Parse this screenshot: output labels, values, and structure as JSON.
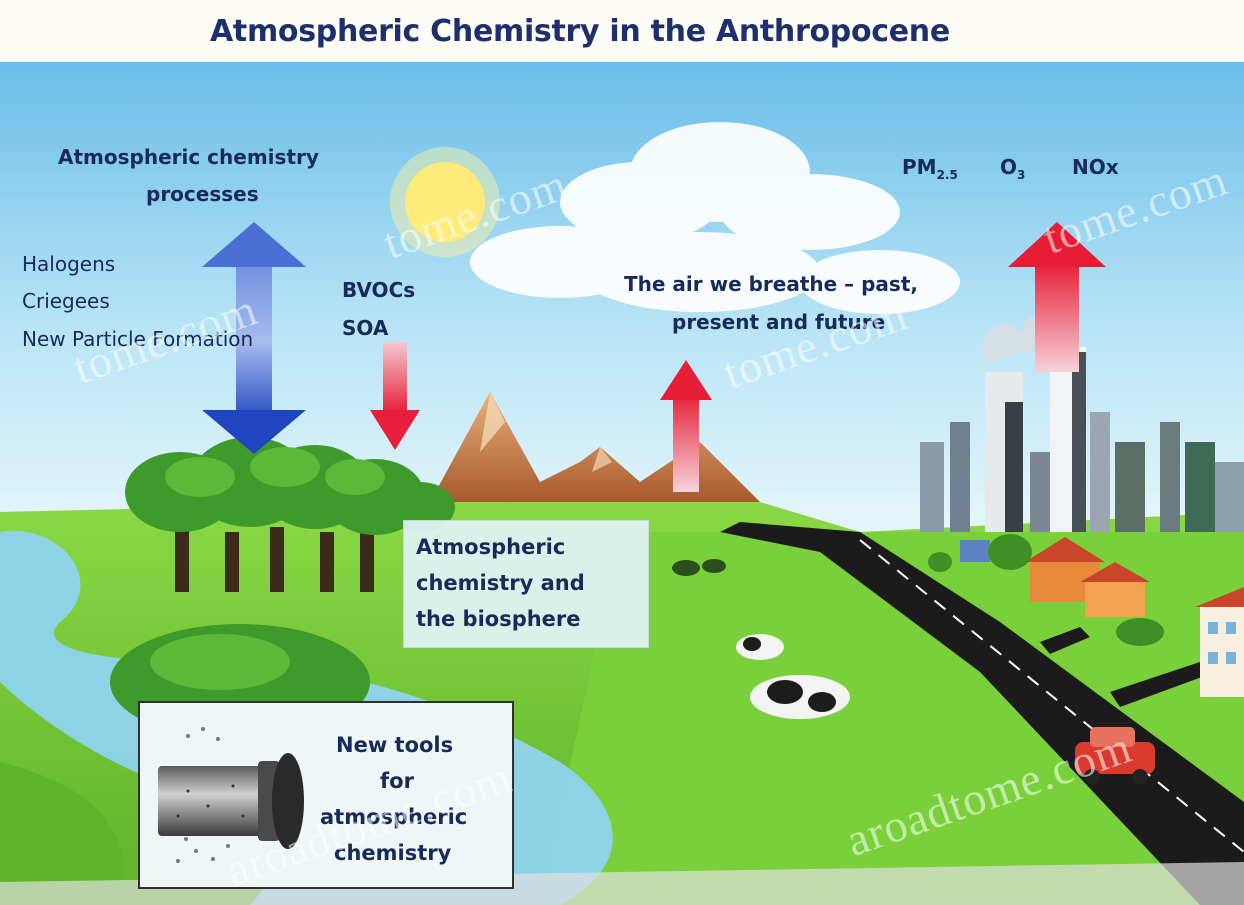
{
  "title": "Atmospheric Chemistry in the Anthropocene",
  "labels": {
    "processes_line1": "Atmospheric chemistry",
    "processes_line2": "processes",
    "halogens": "Halogens",
    "criegees": "Criegees",
    "new_particle": "New Particle Formation",
    "bvocs": "BVOCs",
    "soa": "SOA",
    "air_line1": "The air we breathe – past,",
    "air_line2": "present and future",
    "pm_base": "PM",
    "pm_sub": "2.5",
    "o3_base": "O",
    "o3_sub": "3",
    "nox": "NOx",
    "bio_line1": "Atmospheric",
    "bio_line2": "chemistry and",
    "bio_line3": "the biosphere",
    "tools_line1": "New tools",
    "tools_line2": "for",
    "tools_line3": "atmospheric",
    "tools_line4": "chemistry"
  },
  "watermarks": [
    "tome.com",
    "tome.com",
    "tome.com",
    "tome.com",
    "aroadtome.com",
    "aroadtome.com"
  ],
  "colors": {
    "title_text": "#1e2f6e",
    "label_text": "#182a5a",
    "blue_arrow": "#2d56c6",
    "red_arrow": "#e0213a",
    "grass": "#7fcf3c",
    "sky": "#8fd0f0"
  },
  "icons": [
    "sun-icon",
    "cloud-icon",
    "tree-icon",
    "mountain-icon",
    "cow-icon",
    "house-icon",
    "car-icon",
    "city-skyline-icon",
    "flow-tube-icon"
  ]
}
